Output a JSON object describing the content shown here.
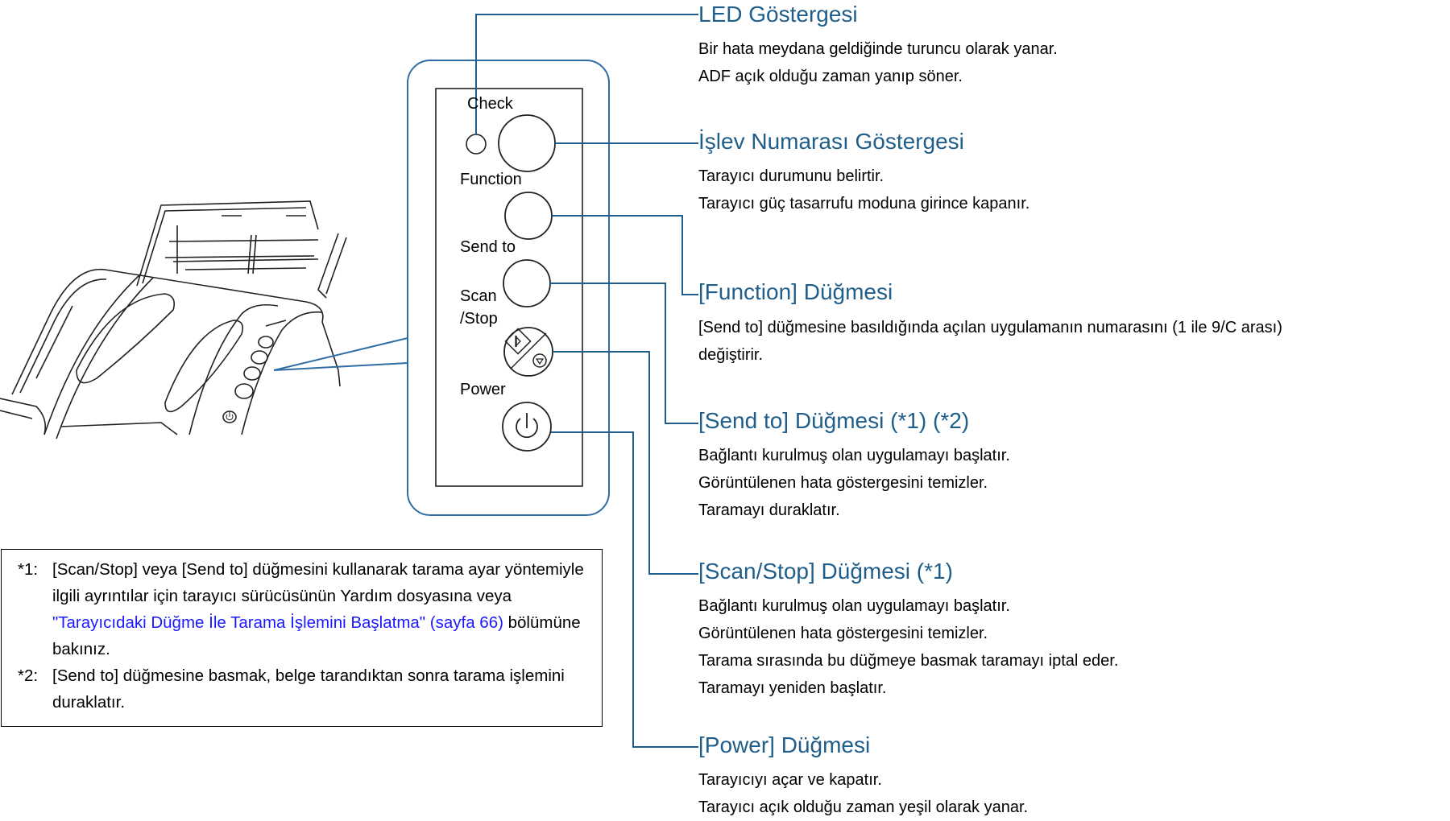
{
  "panel": {
    "labels": {
      "check": "Check",
      "function": "Function",
      "send_to": "Send to",
      "scan": "Scan",
      "stop": "/Stop",
      "power": "Power"
    }
  },
  "callouts": [
    {
      "title": "LED Göstergesi",
      "lines": [
        "Bir hata meydana geldiğinde turuncu olarak yanar.",
        "ADF açık olduğu zaman yanıp söner."
      ]
    },
    {
      "title": "İşlev Numarası Göstergesi",
      "lines": [
        "Tarayıcı durumunu belirtir.",
        "Tarayıcı güç tasarrufu moduna girince kapanır."
      ]
    },
    {
      "title": "[Function] Düğmesi",
      "lines": [
        "[Send to] düğmesine basıldığında açılan uygulamanın numarasını (1 ile 9/C arası)",
        "değiştirir."
      ]
    },
    {
      "title": "[Send to] Düğmesi (*1) (*2)",
      "lines": [
        "Bağlantı kurulmuş olan uygulamayı başlatır.",
        "Görüntülenen hata göstergesini temizler.",
        "Taramayı duraklatır."
      ]
    },
    {
      "title": "[Scan/Stop] Düğmesi (*1)",
      "lines": [
        "Bağlantı kurulmuş olan uygulamayı başlatır.",
        "Görüntülenen hata göstergesini temizler.",
        "Tarama sırasında bu düğmeye basmak taramayı iptal eder.",
        "Taramayı yeniden başlatır."
      ]
    },
    {
      "title": "[Power] Düğmesi",
      "lines": [
        "Tarayıcıyı açar ve kapatır.",
        "Tarayıcı açık olduğu zaman yeşil olarak yanar."
      ]
    }
  ],
  "notes": [
    {
      "number": "*1:",
      "text_before": "[Scan/Stop] veya [Send to] düğmesini kullanarak tarama ayar yöntemiyle ilgili ayrıntılar için tarayıcı sürücüsünün Yardım dosyasına veya ",
      "link_text": "\"Tarayıcıdaki Düğme İle Tarama İşlemini Başlatma\" (sayfa 66)",
      "text_after": " bölümüne bakınız."
    },
    {
      "number": "*2:",
      "text": "[Send to] düğmesine basmak, belge tarandıktan sonra tarama işlemini duraklatır."
    }
  ],
  "colors": {
    "callout_title": "#1f5e8a",
    "leader_line": "#1f5e8a",
    "panel_outline": "#2e6da4",
    "link": "#1a1aff"
  }
}
